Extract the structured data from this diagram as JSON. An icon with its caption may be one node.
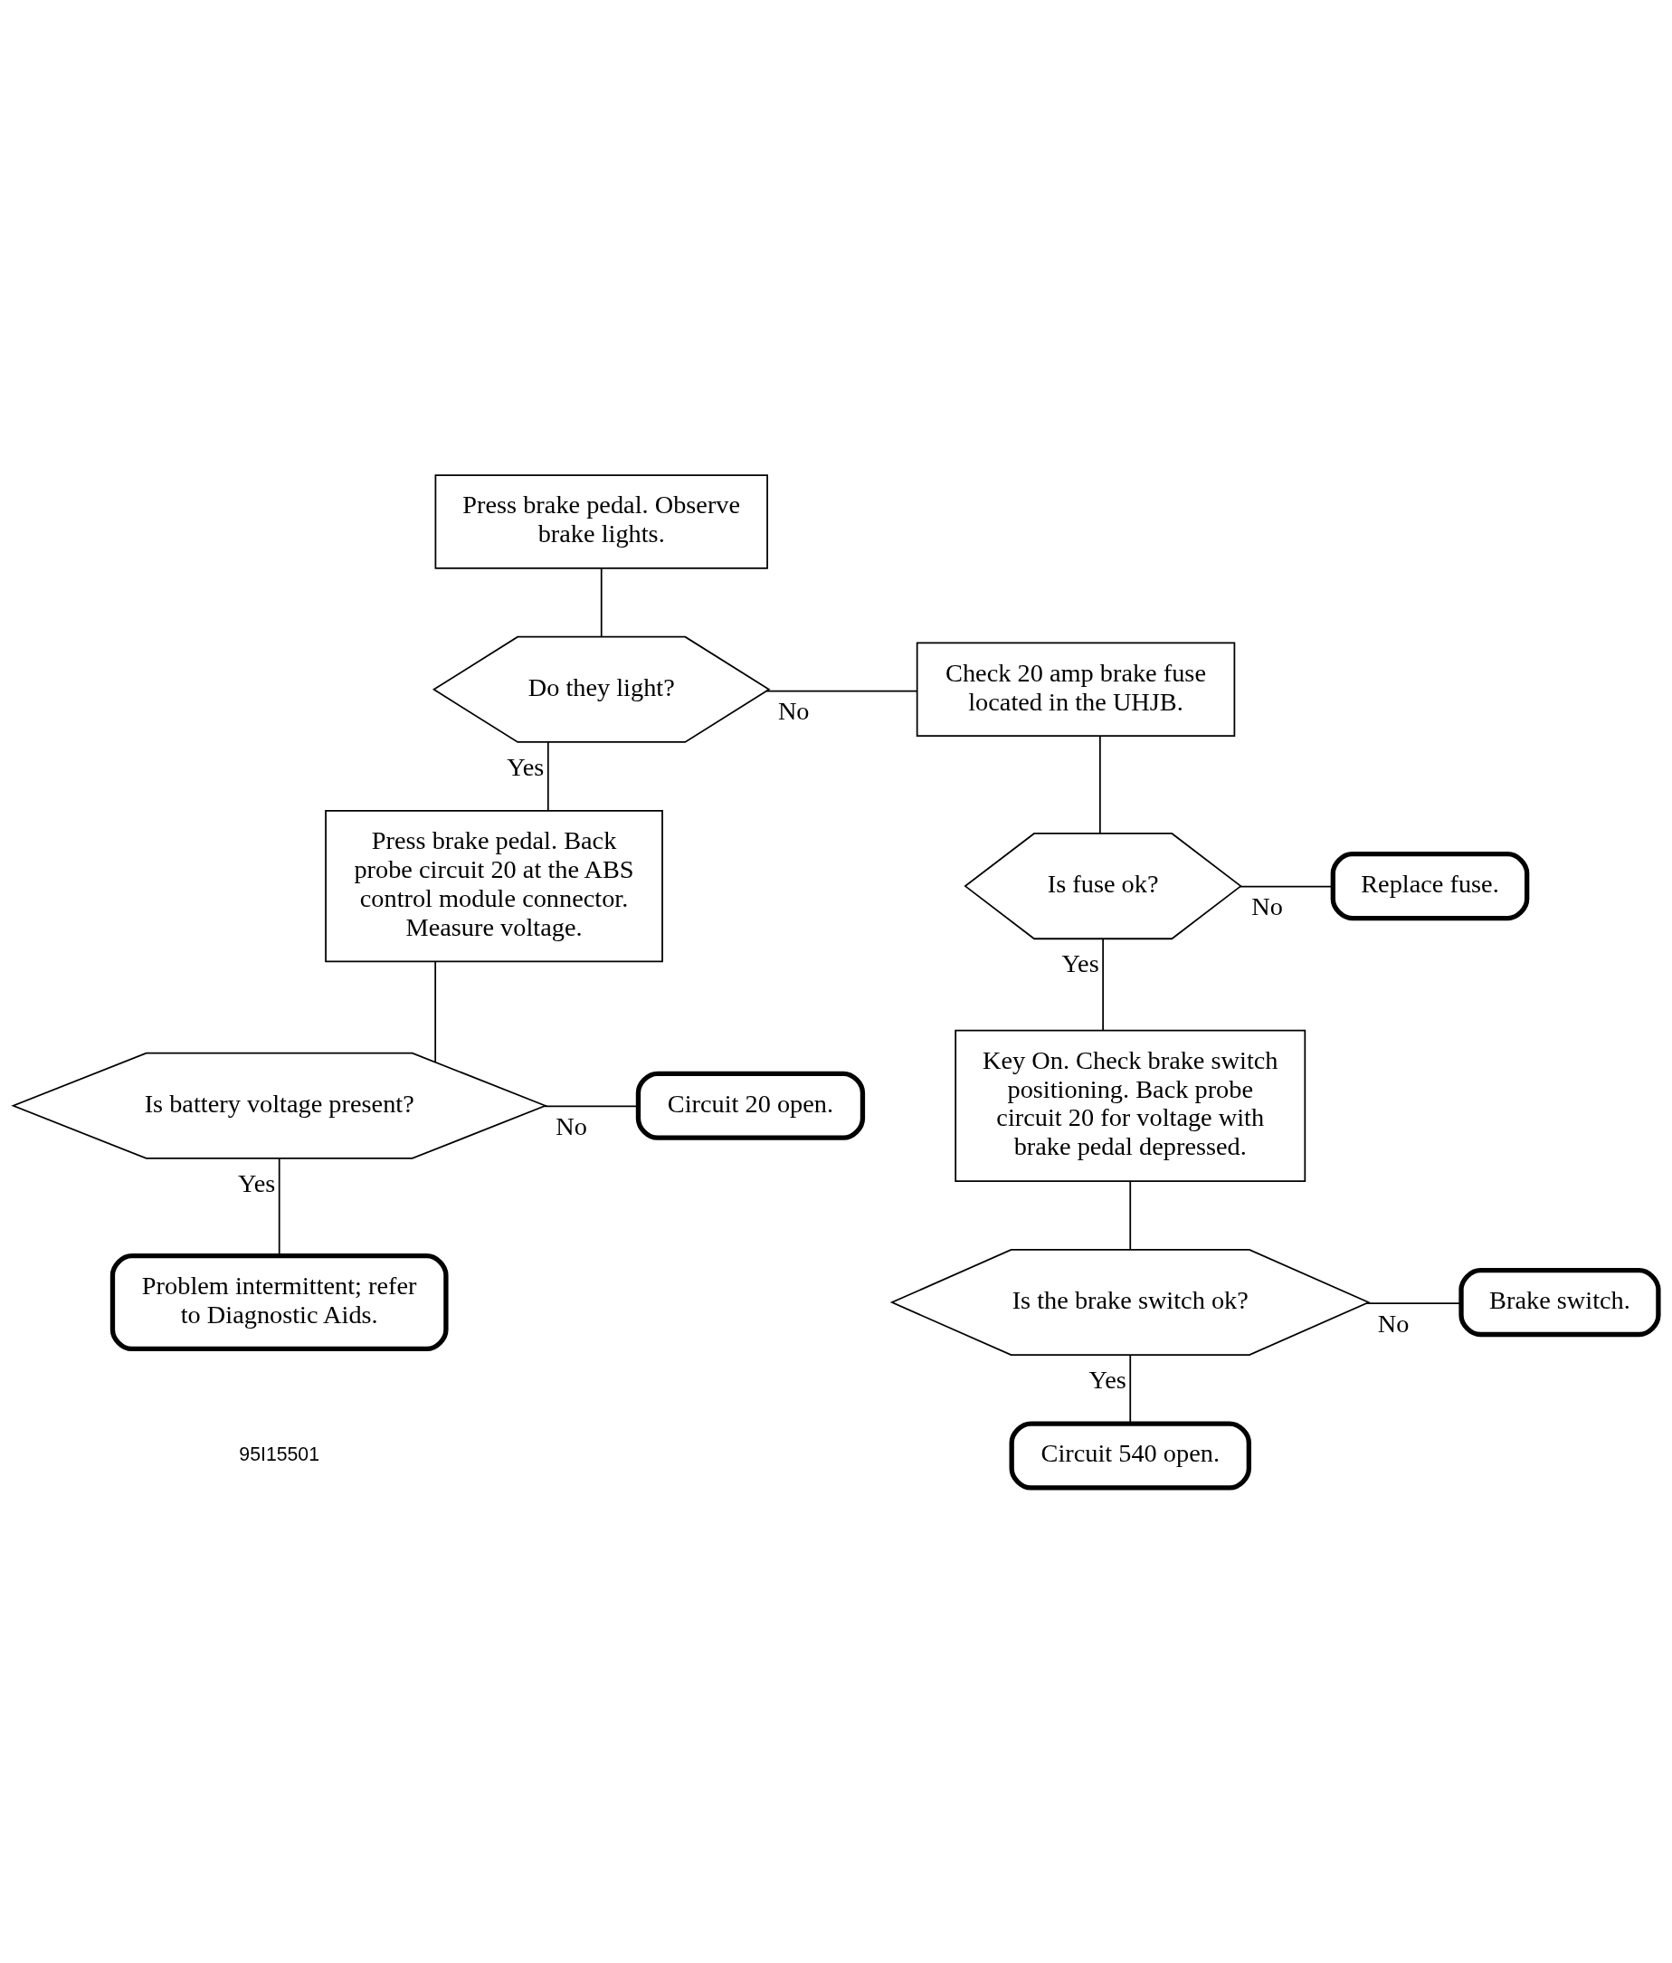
{
  "diagram": {
    "nodes": [
      {
        "text": [
          "Press brake pedal. Observe brake lights."
        ]
      },
      {
        "text": [
          "Do they light?"
        ]
      },
      {
        "text": [
          "Check 20 amp brake fuse located in the UHJB."
        ]
      },
      {
        "text": [
          "Is fuse ok?"
        ]
      },
      {
        "text": [
          "Replace fuse."
        ]
      },
      {
        "text": [
          "Key On. Check brake switch positioning. Back probe circuit 20 for voltage with brake pedal depressed."
        ]
      },
      {
        "text": [
          "Is the brake switch ok?"
        ]
      },
      {
        "text": [
          "Brake switch."
        ]
      },
      {
        "text": [
          "Circuit 540 open."
        ]
      },
      {
        "text": [
          "Press brake pedal. Back probe circuit 20 at the ABS control module connector. Measure voltage."
        ]
      },
      {
        "text": [
          "Is battery voltage present?"
        ]
      },
      {
        "text": [
          "Circuit 20 open."
        ]
      },
      {
        "text": [
          "Problem intermittent; refer to Diagnostic Aids."
        ]
      }
    ],
    "edges": [
      {
        "from": 0,
        "to": 1,
        "arrow": "none"
      },
      {
        "from": 1,
        "to": 2,
        "arrow": "none",
        "label": "No"
      },
      {
        "from": 2,
        "to": 3,
        "arrow": "none"
      },
      {
        "from": 3,
        "to": 4,
        "arrow": "none",
        "label": "No"
      },
      {
        "from": 3,
        "to": 5,
        "arrow": "none",
        "label": "Yes"
      },
      {
        "from": 5,
        "to": 6,
        "arrow": "none"
      },
      {
        "from": 6,
        "to": 7,
        "arrow": "none",
        "label": "No"
      },
      {
        "from": 6,
        "to": 8,
        "arrow": "none",
        "label": "Yes"
      },
      {
        "from": 1,
        "to": 9,
        "arrow": "none",
        "label": "Yes"
      },
      {
        "from": 9,
        "to": 10,
        "arrow": "none"
      },
      {
        "from": 10,
        "to": 11,
        "arrow": "none",
        "label": "No"
      },
      {
        "from": 10,
        "to": 12,
        "arrow": "none",
        "label": "Yes"
      }
    ],
    "labels": [
      "95I15501"
    ]
  }
}
